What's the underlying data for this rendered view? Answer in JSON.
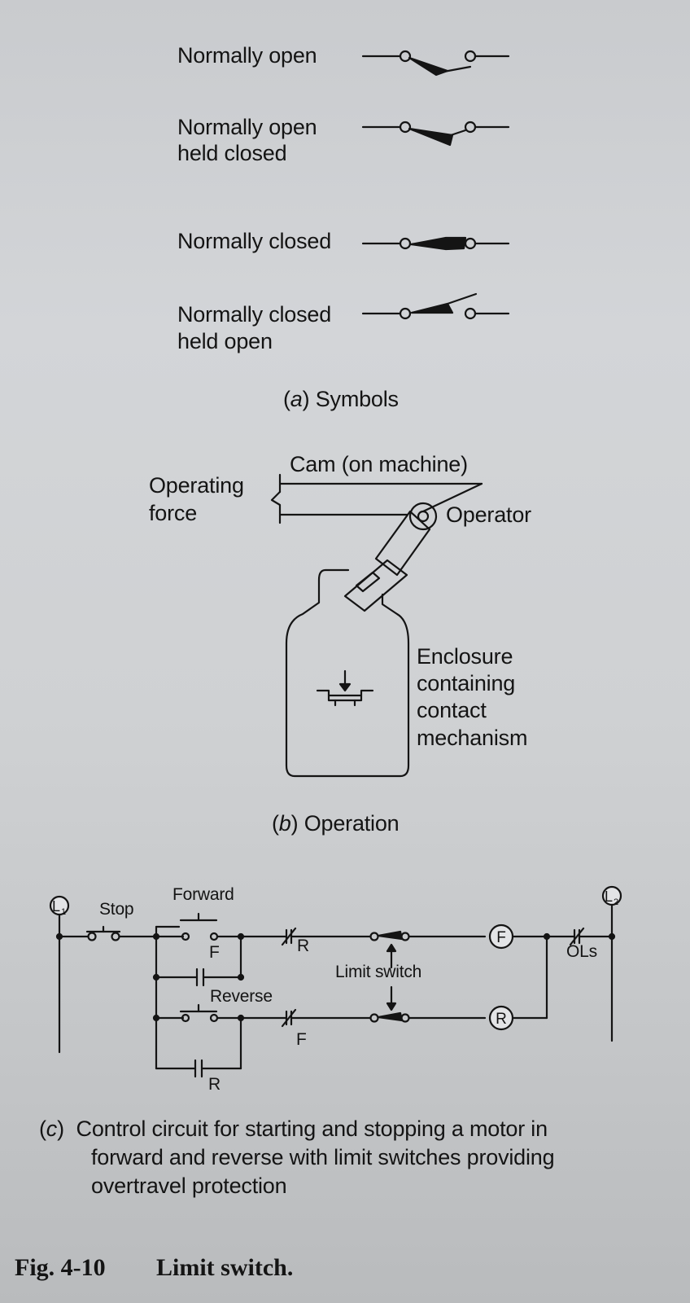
{
  "symbols": {
    "normally_open": "Normally open",
    "normally_open_held_closed_1": "Normally open",
    "normally_open_held_closed_2": "held closed",
    "normally_closed": "Normally closed",
    "normally_closed_held_open_1": "Normally closed",
    "normally_closed_held_open_2": "held open",
    "caption_letter": "a",
    "caption_text": "Symbols"
  },
  "operation": {
    "cam_label": "Cam (on machine)",
    "operating_force_1": "Operating",
    "operating_force_2": "force",
    "operator_label": "Operator",
    "enclosure_1": "Enclosure",
    "enclosure_2": "containing",
    "enclosure_3": "contact",
    "enclosure_4": "mechanism",
    "caption_letter": "b",
    "caption_text": "Operation"
  },
  "circuit": {
    "l1": "L",
    "l1_sub": "1",
    "l2": "L",
    "l2_sub": "2",
    "stop": "Stop",
    "forward": "Forward",
    "reverse": "Reverse",
    "f_contact": "F",
    "r_contact": "R",
    "r_interlock": "R",
    "f_interlock": "F",
    "limit_switch": "Limit switch",
    "coil_f": "F",
    "coil_r": "R",
    "ols": "OLs",
    "caption_letter": "c",
    "caption_line1": "Control circuit for starting and stopping a motor in",
    "caption_line2": "forward and reverse with limit switches providing",
    "caption_line3": "overtravel protection"
  },
  "figure": {
    "number": "Fig. 4-10",
    "title": "Limit switch."
  }
}
